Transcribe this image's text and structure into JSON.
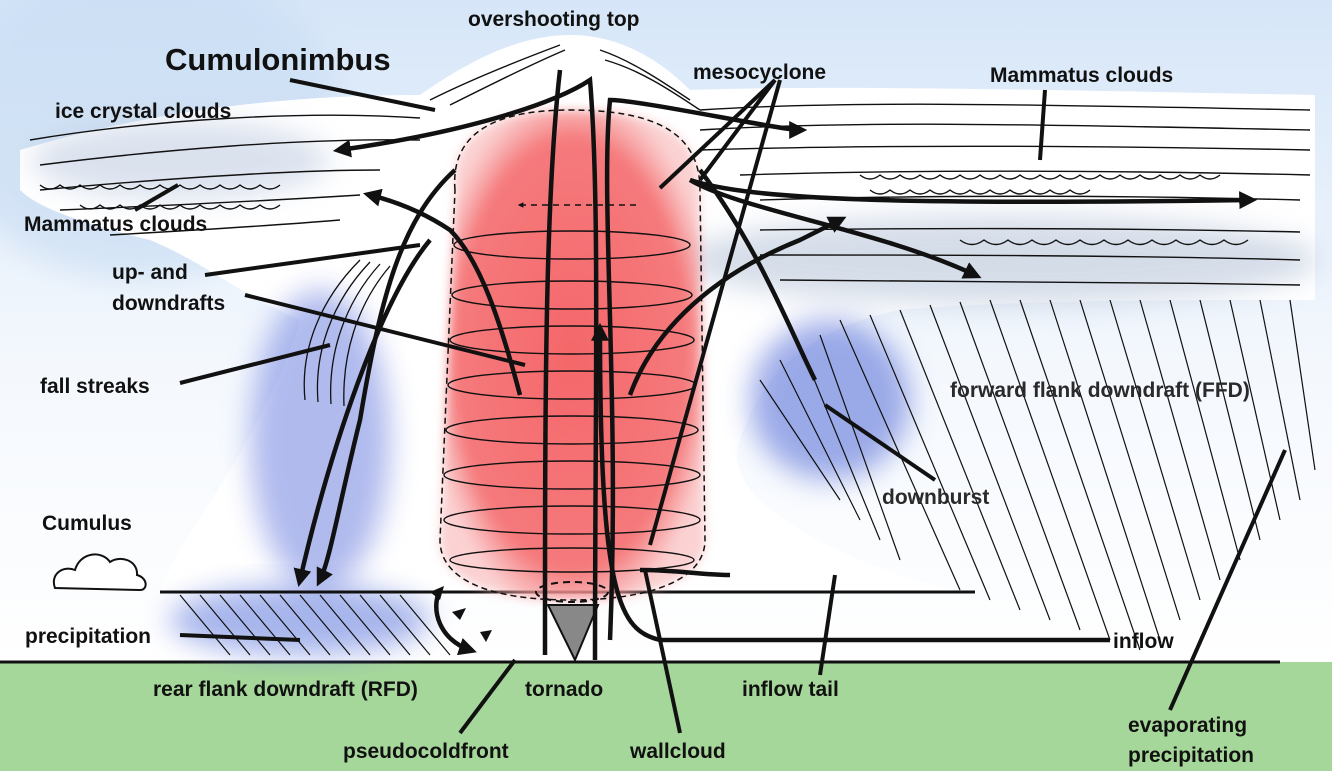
{
  "labels": {
    "overshooting_top": "overshooting top",
    "cumulonimbus": "Cumulonimbus",
    "mesocyclone": "mesocyclone",
    "mammatus_top": "Mammatus clouds",
    "ice_crystal": "ice crystal clouds",
    "mammatus_left": "Mammatus clouds",
    "updown_1": "up- and",
    "updown_2": "downdrafts",
    "fall_streaks": "fall streaks",
    "ffd": "forward flank downdraft (FFD)",
    "downburst": "downburst",
    "cumulus": "Cumulus",
    "precipitation": "precipitation",
    "inflow": "inflow",
    "rfd": "rear flank downdraft (RFD)",
    "tornado": "tornado",
    "inflow_tail": "inflow tail",
    "pseudocoldfront": "pseudocoldfront",
    "wallcloud": "wallcloud",
    "evap_1": "evaporating",
    "evap_2": "precipitation"
  },
  "colors": {
    "sky": "#e6f0fb",
    "ground": "#a6d79a",
    "updraft": "#f26d6d",
    "precip_blue": "#6f82e0",
    "ink": "#111111"
  }
}
